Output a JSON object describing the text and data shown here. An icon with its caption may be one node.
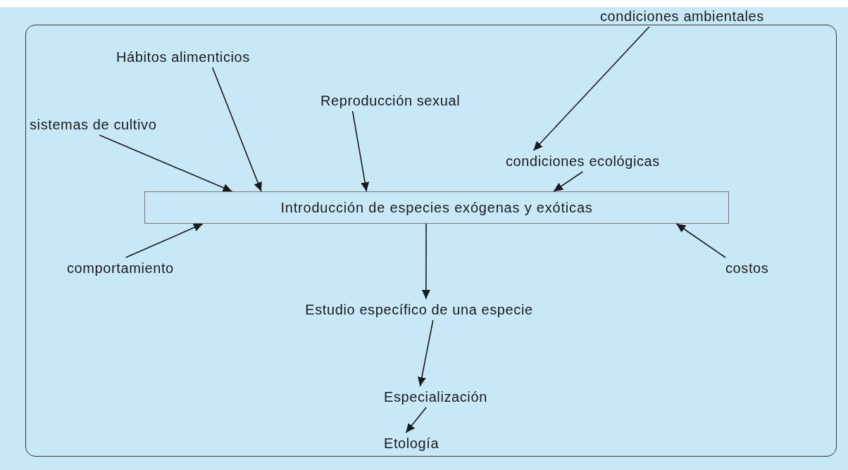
{
  "diagram": {
    "nodes": [
      {
        "text": [
          "Hábitos alimenticios"
        ]
      },
      {
        "text": [
          "condiciones ambientales"
        ]
      },
      {
        "text": [
          "Reproducción sexual"
        ]
      },
      {
        "text": [
          "sistemas de cultivo"
        ]
      },
      {
        "text": [
          "condiciones ecológicas"
        ]
      },
      {
        "text": [
          "Introducción de especies exógenas y exóticas"
        ]
      },
      {
        "text": [
          "comportamiento"
        ]
      },
      {
        "text": [
          "costos"
        ]
      },
      {
        "text": [
          "Estudio específico de una especie"
        ]
      },
      {
        "text": [
          "Especialización"
        ]
      },
      {
        "text": [
          "Etología"
        ]
      }
    ],
    "edges": [
      {
        "from": 0,
        "to": 5,
        "arrow": "to"
      },
      {
        "from": 1,
        "to": 4,
        "arrow": "to"
      },
      {
        "from": 2,
        "to": 5,
        "arrow": "to"
      },
      {
        "from": 3,
        "to": 5,
        "arrow": "to"
      },
      {
        "from": 4,
        "to": 5,
        "arrow": "to"
      },
      {
        "from": 6,
        "to": 5,
        "arrow": "to"
      },
      {
        "from": 7,
        "to": 5,
        "arrow": "to"
      },
      {
        "from": 5,
        "to": 8,
        "arrow": "to"
      },
      {
        "from": 8,
        "to": 9,
        "arrow": "to"
      },
      {
        "from": 9,
        "to": 10,
        "arrow": "to"
      }
    ]
  }
}
